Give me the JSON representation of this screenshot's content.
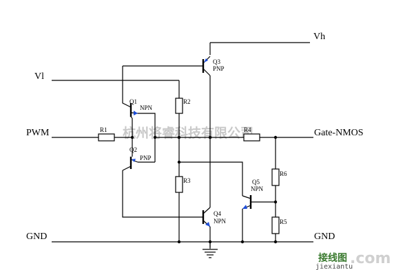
{
  "nets": {
    "vh": "Vh",
    "vl": "Vl",
    "pwm": "PWM",
    "gate": "Gate-NMOS",
    "gnd_left": "GND",
    "gnd_right": "GND"
  },
  "components": {
    "q1": {
      "ref": "Q1",
      "type": "NPN"
    },
    "q2": {
      "ref": "Q2",
      "type": "PNP"
    },
    "q3": {
      "ref": "Q3",
      "type": "PNP"
    },
    "q4": {
      "ref": "Q4",
      "type": "NPN"
    },
    "q5": {
      "ref": "Q5",
      "type": "NPN"
    },
    "r1": {
      "ref": "R1"
    },
    "r2": {
      "ref": "R2"
    },
    "r3": {
      "ref": "R3"
    },
    "r4": {
      "ref": "R4"
    },
    "r5": {
      "ref": "R5"
    },
    "r6": {
      "ref": "R6"
    }
  },
  "watermark": {
    "text": "杭州将睿科技有限公司",
    "logo": "接线图",
    "com": ".com",
    "url": "jiexiantu"
  },
  "colors": {
    "wire": "#000000",
    "emitter_arrow": "#1f4fd8",
    "watermark_text": "#c9c9c9",
    "logo": "#3a7a2f"
  }
}
